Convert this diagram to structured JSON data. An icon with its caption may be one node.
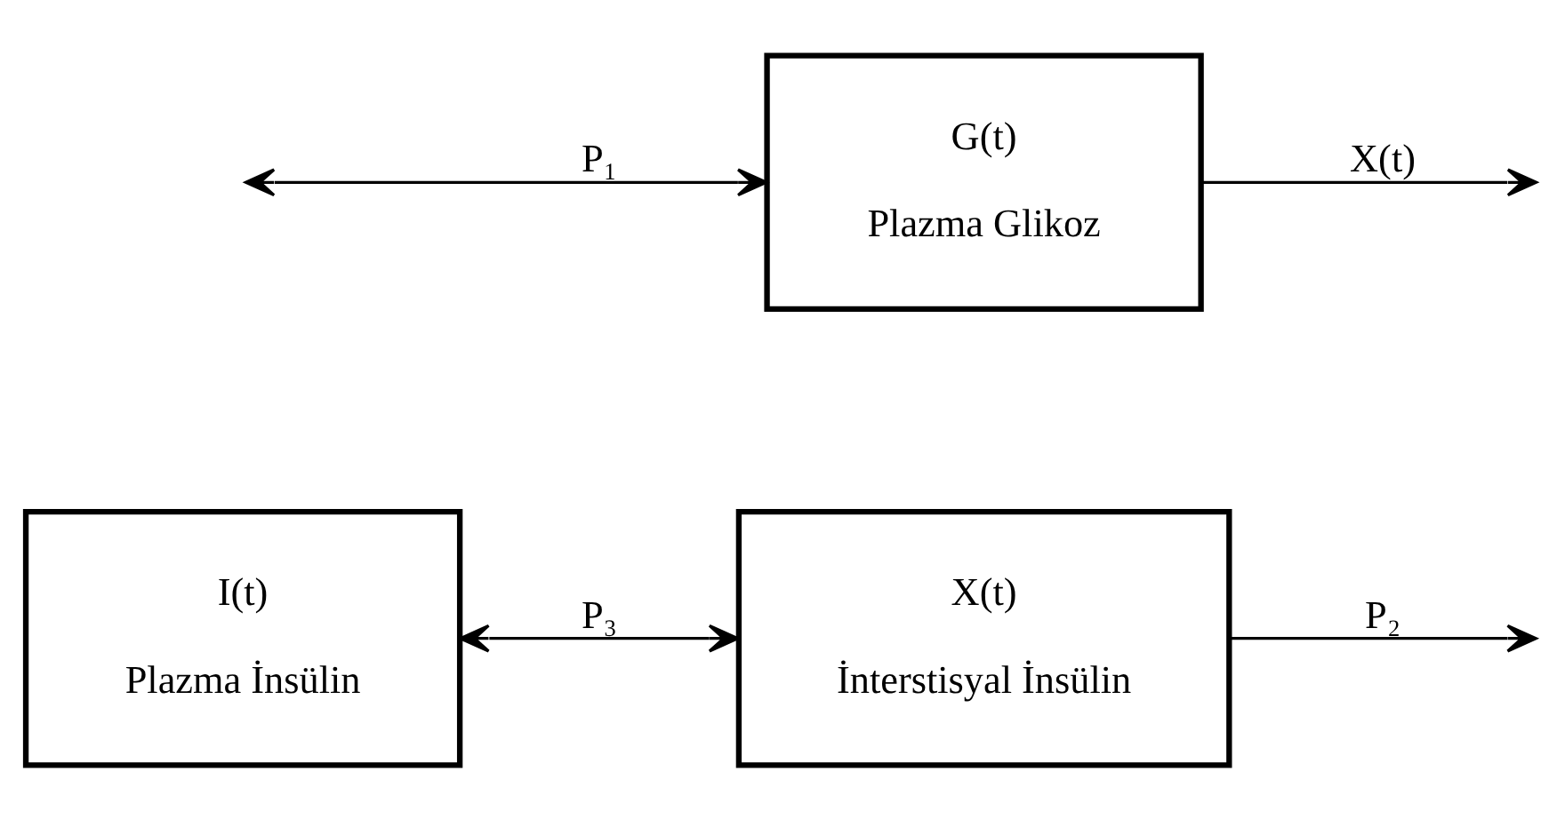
{
  "diagram": {
    "nodes": [
      {
        "text": [
          "I(t)",
          "Plazma İnsülin"
        ]
      },
      {
        "text": [
          "X(t)",
          "İnterstisyal İnsülin"
        ]
      },
      {
        "text": [
          "G(t)",
          "Plazma Glikoz"
        ]
      }
    ],
    "edges": [
      {
        "from": 0,
        "to": 1,
        "arrow": "both",
        "label": "P₃"
      },
      {
        "from": 1,
        "to": null,
        "arrow": "to",
        "label": "P₂"
      },
      {
        "from": null,
        "to": 2,
        "arrow": "both",
        "label": "P₁"
      },
      {
        "from": 2,
        "to": null,
        "arrow": "to",
        "label": "X(t)"
      }
    ]
  }
}
